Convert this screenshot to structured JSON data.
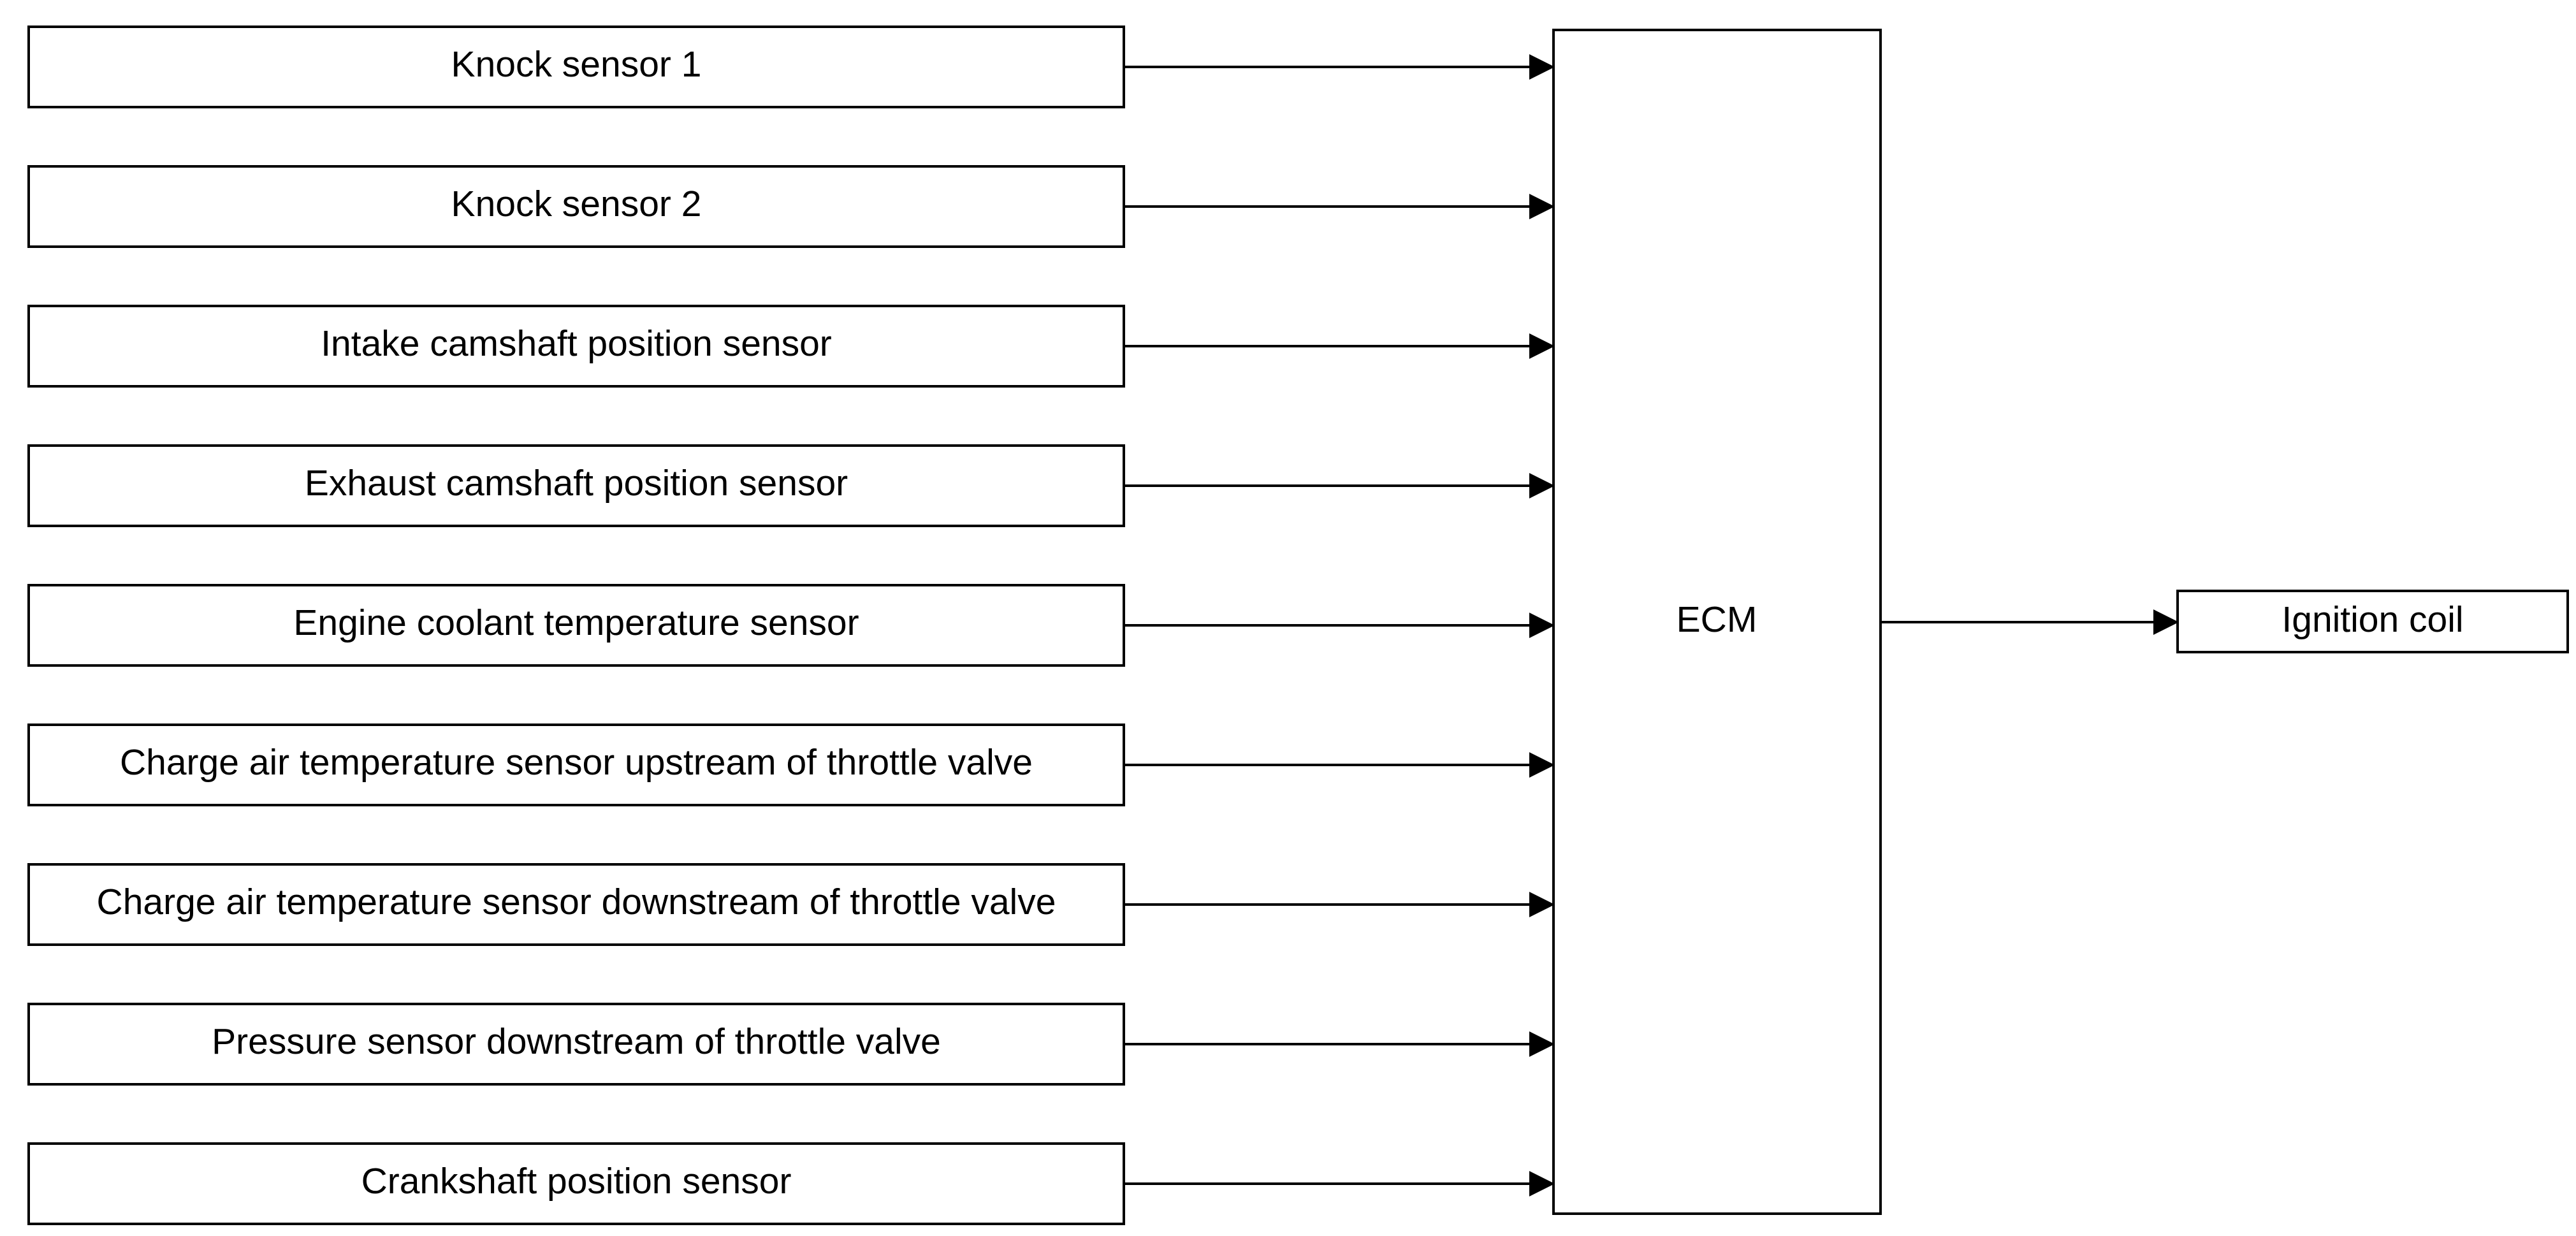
{
  "diagram": {
    "inputs": [
      "Knock sensor 1",
      "Knock sensor 2",
      "Intake camshaft position sensor",
      "Exhaust camshaft position sensor",
      "Engine coolant temperature sensor",
      "Charge air temperature sensor upstream of throttle valve",
      "Charge air temperature sensor downstream of throttle valve",
      "Pressure sensor downstream of throttle valve",
      "Crankshaft position sensor"
    ],
    "controller": "ECM",
    "output": "Ignition coil"
  }
}
